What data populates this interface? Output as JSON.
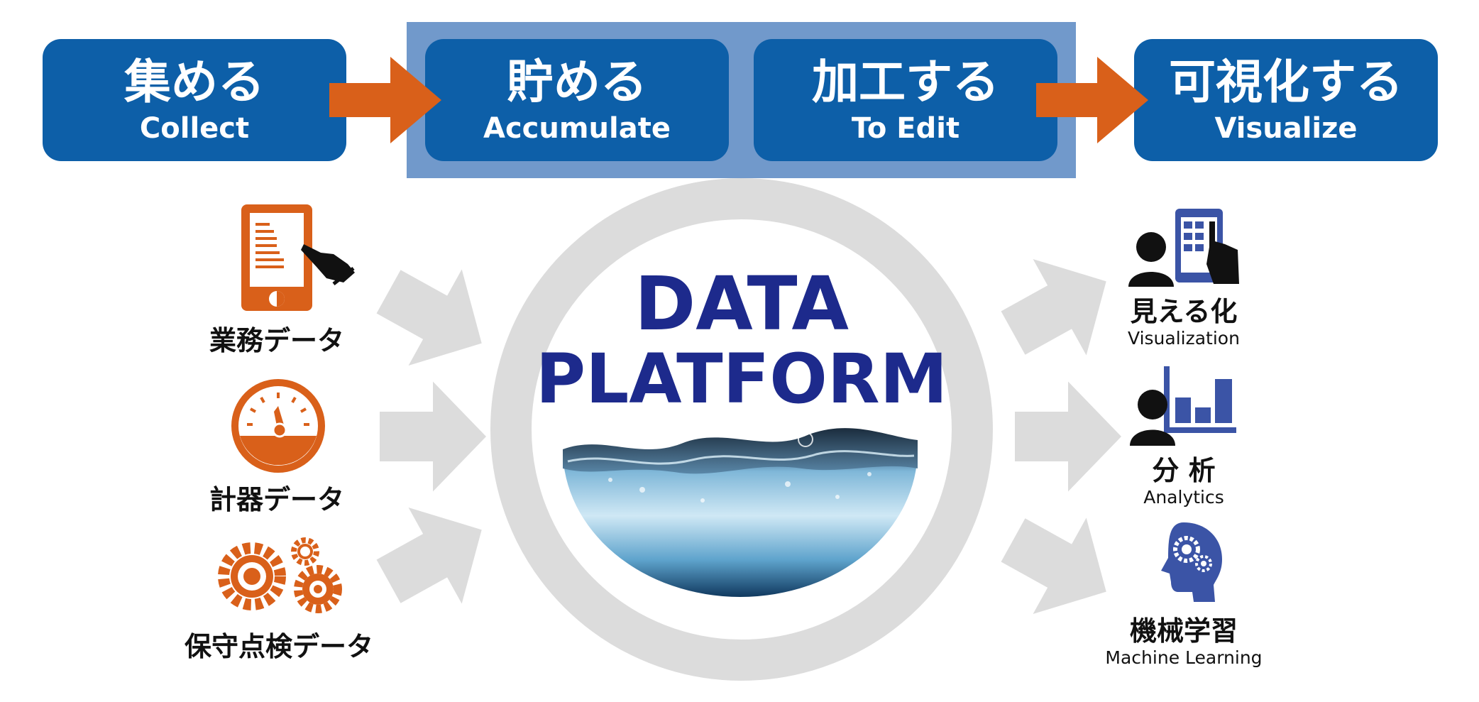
{
  "colors": {
    "step_fill": "#0d5fa8",
    "storage_band": "#7199cb",
    "flow_arrow": "#d9601a",
    "source_icon": "#d9601a",
    "output_icon": "#3b54a6",
    "ring": "#dcdcdc",
    "core_text": "#1d2a8c"
  },
  "steps": [
    {
      "title": "集める",
      "subtitle": "Collect"
    },
    {
      "title": "貯める",
      "subtitle": "Accumulate"
    },
    {
      "title": "加工する",
      "subtitle": "To Edit"
    },
    {
      "title": "可視化する",
      "subtitle": "Visualize"
    }
  ],
  "core": {
    "line1": "DATA",
    "line2": "PLATFORM"
  },
  "sources": [
    {
      "label": "業務データ",
      "icon": "tablet-touch-icon"
    },
    {
      "label": "計器データ",
      "icon": "gauge-icon"
    },
    {
      "label": "保守点検データ",
      "icon": "gears-icon"
    }
  ],
  "outputs": [
    {
      "label": "見える化",
      "sublabel": "Visualization",
      "icon": "person-tablet-icon"
    },
    {
      "label": "分 析",
      "sublabel": "Analytics",
      "icon": "person-bar-chart-icon"
    },
    {
      "label": "機械学習",
      "sublabel": "Machine Learning",
      "icon": "head-gears-icon"
    }
  ]
}
